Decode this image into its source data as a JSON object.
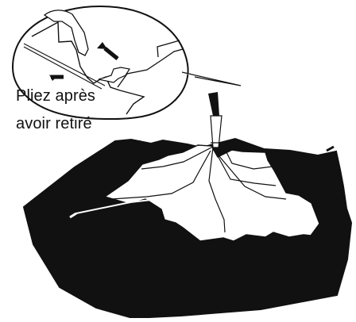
{
  "instruction": {
    "line_1": "Pliez après",
    "line_2": "avoir retiré"
  },
  "illustration": {
    "subject": "folding-tent-instruction",
    "ink_color": "#111111",
    "paper_color": "#ffffff"
  }
}
